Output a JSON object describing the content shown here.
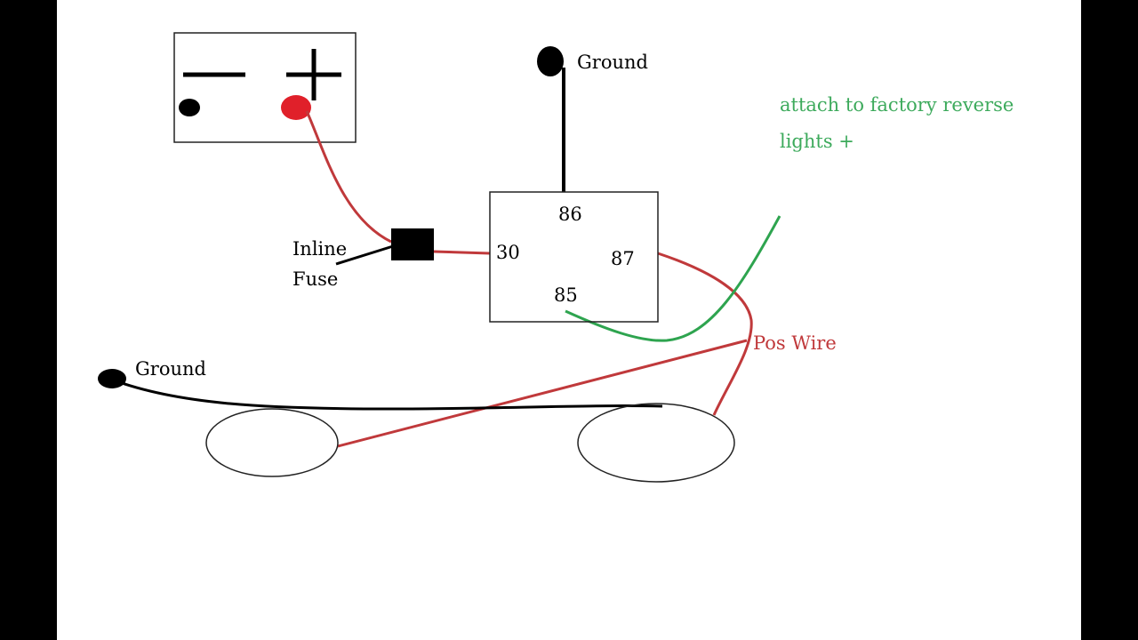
{
  "diagram": {
    "battery": {
      "negative_symbol": "—",
      "positive_symbol": "+"
    },
    "ground_top_label": "Ground",
    "ground_left_label": "Ground",
    "fuse_label_line1": "Inline",
    "fuse_label_line2": "Fuse",
    "relay_pins": {
      "p86": "86",
      "p30": "30",
      "p87": "87",
      "p85": "85"
    },
    "green_note_line1": "attach to factory reverse",
    "green_note_line2": "lights +",
    "pos_wire_label": "Pos Wire"
  },
  "colors": {
    "background": "#ffffff",
    "frame_bars": "#000000",
    "wire_black": "#000000",
    "wire_red": "#c0393b",
    "wire_green": "#2ea44f",
    "battery_red_terminal": "#e0202a",
    "note_green": "#3daa5c",
    "pos_wire_text": "#c0393b"
  }
}
